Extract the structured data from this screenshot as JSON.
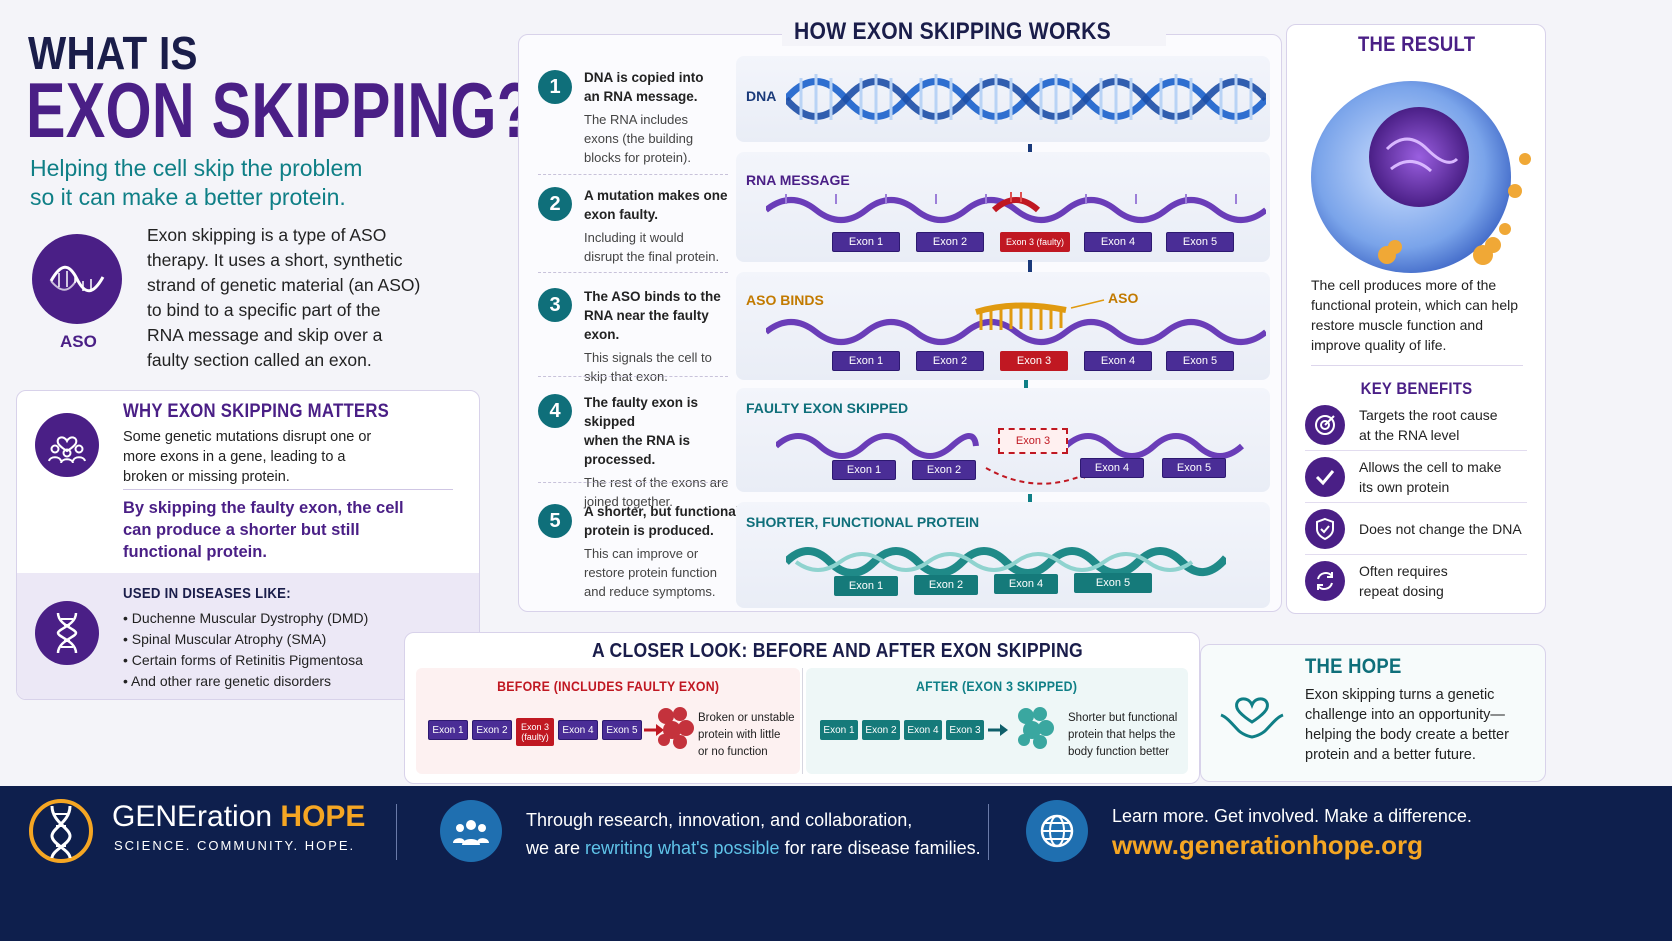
{
  "header": {
    "title_line1": "WHAT IS",
    "title_line2": "EXON SKIPPING?",
    "subtitle_line1": "Helping the cell skip the problem",
    "subtitle_line2": "so it can make a better protein."
  },
  "intro": {
    "aso_label": "ASO",
    "lines": [
      "Exon skipping is a type of ASO",
      "therapy. It uses a short, synthetic",
      "strand of genetic material (an ASO)",
      "to bind to a specific part of the",
      "RNA message and skip over a",
      "faulty section called an exon."
    ]
  },
  "why": {
    "title": "WHY EXON SKIPPING MATTERS",
    "lines": [
      "Some genetic mutations disrupt one or",
      "more exons in a gene, leading to a",
      "broken or missing protein."
    ],
    "highlight": [
      "By skipping the faulty exon, the cell",
      "can produce a shorter but still",
      "functional protein."
    ],
    "diseases_title": "USED IN DISEASES LIKE:",
    "diseases": [
      "Duchenne Muscular Dystrophy (DMD)",
      "Spinal Muscular Atrophy (SMA)",
      "Certain forms of Retinitis Pigmentosa",
      "And other rare genetic disorders"
    ]
  },
  "how": {
    "title": "HOW EXON SKIPPING WORKS",
    "steps": [
      {
        "num": "1",
        "t1": "DNA is copied into",
        "t2": "an RNA message.",
        "d": [
          "The RNA includes",
          "exons (the building",
          "blocks for protein)."
        ]
      },
      {
        "num": "2",
        "t1": "A mutation makes one",
        "t2": "exon faulty.",
        "d": [
          "Including it would",
          "disrupt the final protein."
        ]
      },
      {
        "num": "3",
        "t1": "The ASO binds to the",
        "t2": "RNA near the faulty exon.",
        "d": [
          "This signals the cell to",
          "skip that exon."
        ]
      },
      {
        "num": "4",
        "t1": "The faulty exon is skipped",
        "t2": "when the RNA is processed.",
        "d": [
          "The rest of the exons are",
          "joined together."
        ]
      },
      {
        "num": "5",
        "t1": "A shorter, but functional",
        "t2": "protein is produced.",
        "d": [
          "This can improve or",
          "restore protein function",
          "and reduce symptoms."
        ]
      }
    ],
    "panels": {
      "p1": "DNA",
      "p2": "RNA MESSAGE",
      "p3": "ASO BINDS",
      "p3_aso": "ASO",
      "p4": "FAULTY EXON SKIPPED",
      "p5": "SHORTER, FUNCTIONAL PROTEIN"
    },
    "exons": {
      "e1": "Exon 1",
      "e2": "Exon 2",
      "e3_faulty": "Exon 3 (faulty)",
      "e3": "Exon 3",
      "e4": "Exon 4",
      "e5": "Exon 5"
    }
  },
  "result": {
    "title": "THE RESULT",
    "lines": [
      "The cell produces more of the",
      "functional protein, which can help",
      "restore muscle function and",
      "improve quality of life."
    ],
    "benefits_title": "KEY BENEFITS",
    "benefits": [
      {
        "icon": "target-icon",
        "l1": "Targets the root cause",
        "l2": "at the RNA level"
      },
      {
        "icon": "check-icon",
        "l1": "Allows the cell to make",
        "l2": "its own protein"
      },
      {
        "icon": "shield-icon",
        "l1": "Does not change the DNA",
        "l2": ""
      },
      {
        "icon": "repeat-icon",
        "l1": "Often requires",
        "l2": "repeat dosing"
      }
    ]
  },
  "closer": {
    "title": "A CLOSER LOOK: BEFORE AND AFTER EXON SKIPPING",
    "before_title": "BEFORE (INCLUDES FAULTY EXON)",
    "after_title": "AFTER (EXON 3 SKIPPED)",
    "before_exons": [
      "Exon 1",
      "Exon 2",
      "Exon 3",
      "(faulty)",
      "Exon 4",
      "Exon 5"
    ],
    "after_exons": [
      "Exon 1",
      "Exon 2",
      "Exon 4",
      "Exon 3"
    ],
    "before_text": [
      "Broken or unstable",
      "protein with little",
      "or no function"
    ],
    "after_text": [
      "Shorter but functional",
      "protein that helps the",
      "body function better"
    ]
  },
  "hope": {
    "title": "THE HOPE",
    "lines": [
      "Exon skipping turns a genetic",
      "challenge into an opportunity—",
      "helping the body create a better",
      "protein and a better future."
    ]
  },
  "footer": {
    "brand_a": "GENEration ",
    "brand_b": "HOPE",
    "tagline": "SCIENCE. COMMUNITY. HOPE.",
    "mid_line1": "Through research, innovation, and collaboration,",
    "mid_line2a": "we are ",
    "mid_line2b": "rewriting what's possible",
    "mid_line2c": " for rare disease families.",
    "right_line1": "Learn more. Get involved. Make a difference.",
    "url": "www.generationhope.org"
  },
  "colors": {
    "purple": "#4a1f86",
    "teal": "#0f7f86",
    "red": "#c01822",
    "navy": "#0e1f4d",
    "orange": "#f5a623"
  }
}
